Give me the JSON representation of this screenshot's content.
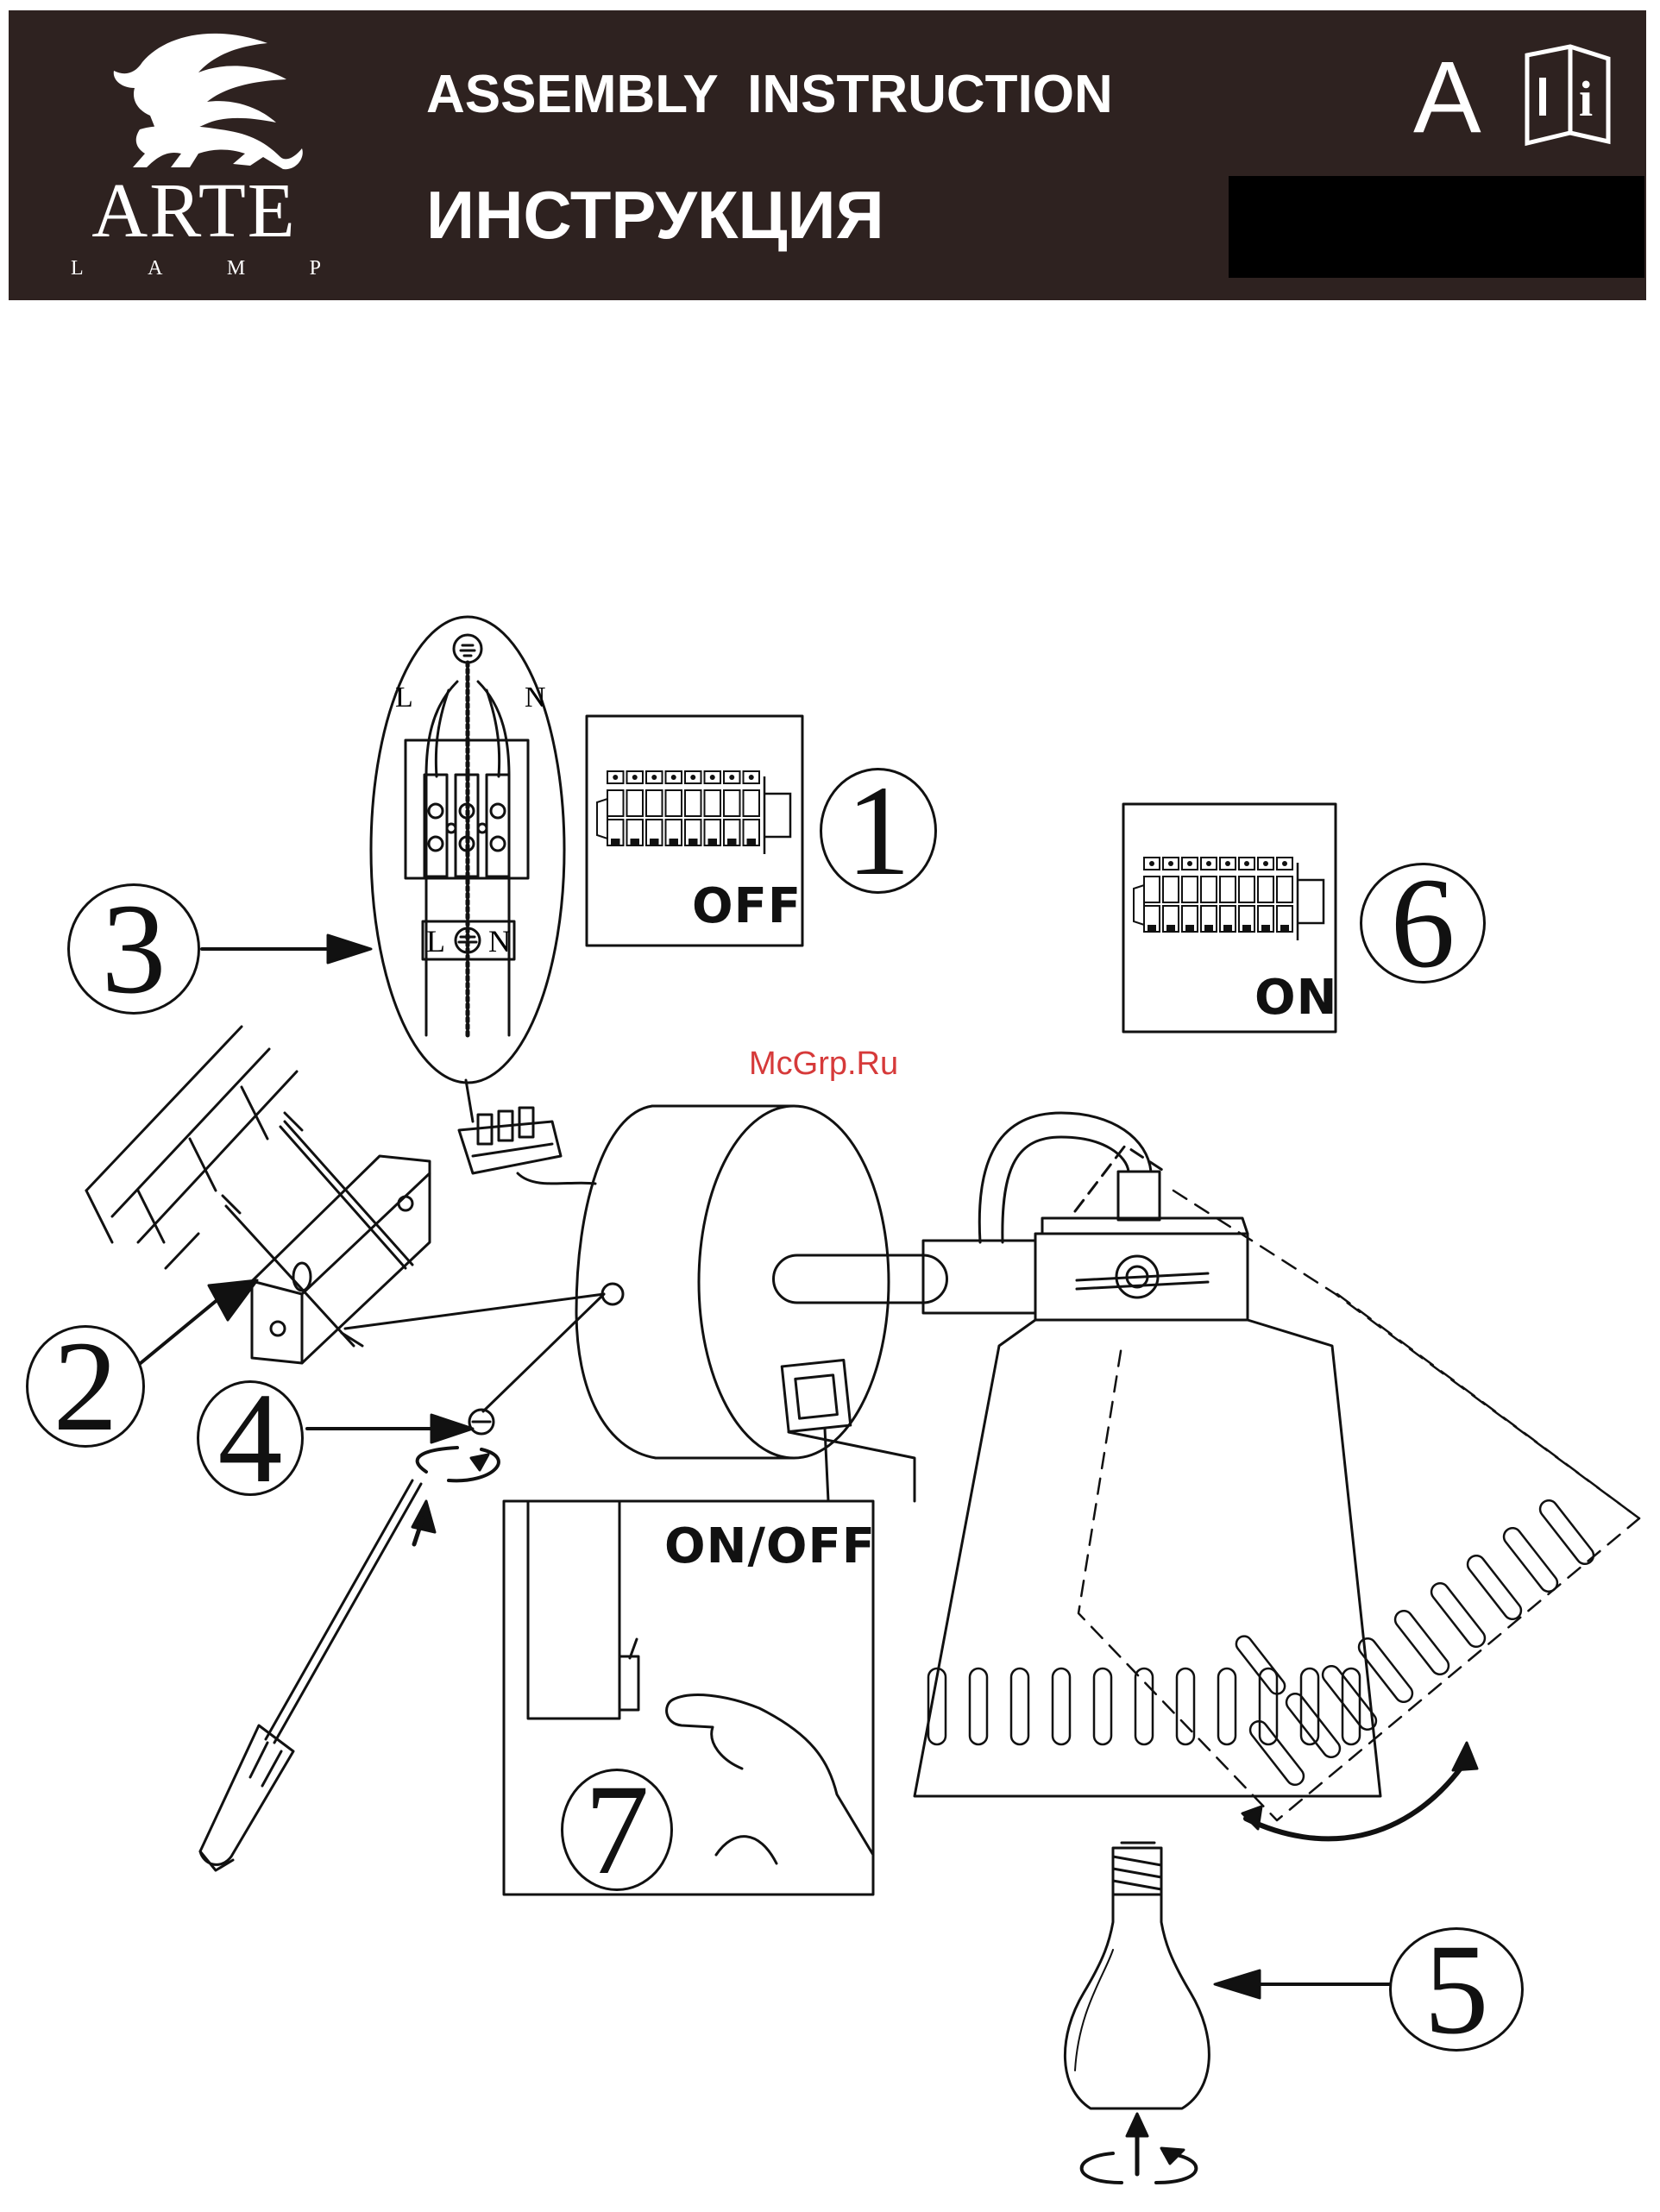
{
  "header": {
    "brand": "ARTE",
    "brand_sub": [
      "L",
      "A",
      "M",
      "P"
    ],
    "title_en": "ASSEMBLY  INSTRUCTION",
    "title_ru": "ИНСТРУКЦИЯ",
    "section_letter": "A",
    "book_icon": "info-book-icon"
  },
  "watermark": "McGrp.Ru",
  "wiring": {
    "label_l": "L",
    "label_n": "N",
    "terminal_l": "L",
    "terminal_n": "N"
  },
  "panels": {
    "off": "OFF",
    "on": "ON",
    "on_off": "ON/OFF"
  },
  "steps": [
    "1",
    "2",
    "3",
    "4",
    "5",
    "6",
    "7"
  ],
  "colors": {
    "header_bg": "#2e2220",
    "line": "#111111",
    "watermark": "#d63a3a"
  }
}
